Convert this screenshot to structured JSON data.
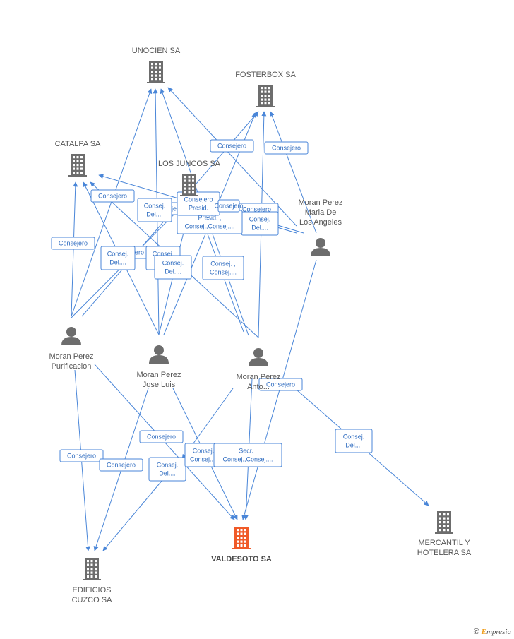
{
  "diagram": {
    "nodes": [
      {
        "id": "unocien",
        "type": "company",
        "label": [
          "UNOCIEN SA"
        ],
        "color": "#6d6d6d"
      },
      {
        "id": "fosterbox",
        "type": "company",
        "label": [
          "FOSTERBOX SA"
        ],
        "color": "#6d6d6d"
      },
      {
        "id": "catalpa",
        "type": "company",
        "label": [
          "CATALPA SA"
        ],
        "color": "#6d6d6d"
      },
      {
        "id": "losjuncos",
        "type": "company",
        "label": [
          "LOS JUNCOS SA"
        ],
        "color": "#6d6d6d"
      },
      {
        "id": "mariadelosangeles",
        "type": "person",
        "label": [
          "Moran Perez",
          "Maria De",
          "Los Angeles"
        ],
        "color": "#6d6d6d"
      },
      {
        "id": "purificacion",
        "type": "person",
        "label": [
          "Moran Perez",
          "Purificacion"
        ],
        "color": "#6d6d6d"
      },
      {
        "id": "joseluis",
        "type": "person",
        "label": [
          "Moran Perez",
          "Jose Luis"
        ],
        "color": "#6d6d6d"
      },
      {
        "id": "antonio",
        "type": "person",
        "label": [
          "Moran Perez",
          "Anto..."
        ],
        "color": "#6d6d6d"
      },
      {
        "id": "valdesoto",
        "type": "company",
        "label": [
          "VALDESOTO SA"
        ],
        "color": "#f05a28",
        "main": true
      },
      {
        "id": "edificios",
        "type": "company",
        "label": [
          "EDIFICIOS",
          "CUZCO SA"
        ],
        "color": "#6d6d6d"
      },
      {
        "id": "mercantil",
        "type": "company",
        "label": [
          "MERCANTIL Y",
          "HOTELERA SA"
        ],
        "color": "#6d6d6d"
      }
    ],
    "relations": [
      [
        "Consejero"
      ],
      [
        "Consejero"
      ],
      [
        "Consejero"
      ],
      [
        "Consejero"
      ],
      [
        "Consejero"
      ],
      [
        "Consejero"
      ],
      [
        "Consejero"
      ],
      [
        "Consejero"
      ],
      [
        "Consejero"
      ],
      [
        "Consejero"
      ],
      [
        "Consejero"
      ],
      [
        "Consej.",
        "Del...."
      ],
      [
        "Consej.",
        "Del...."
      ],
      [
        "Consej.",
        "Del...."
      ],
      [
        "Consej.",
        "Del...."
      ],
      [
        "Consej.",
        "Del...."
      ],
      [
        "Consej.",
        "Del...."
      ],
      [
        "Consej.",
        "Del...."
      ],
      [
        "Consej. ,",
        "Consej...."
      ],
      [
        "Consej.",
        "Consej...."
      ],
      [
        "Presid. ,",
        "Consej.,Consej...."
      ],
      [
        "Secr. ,",
        "Consej.,Consej...."
      ],
      [
        "Consejero",
        "Presid."
      ],
      [
        "Consejero"
      ]
    ],
    "accent_color": "#4a86d8"
  },
  "footer": {
    "copyright_symbol": "©",
    "brand_initial": "E",
    "brand_rest": "mpresia"
  }
}
